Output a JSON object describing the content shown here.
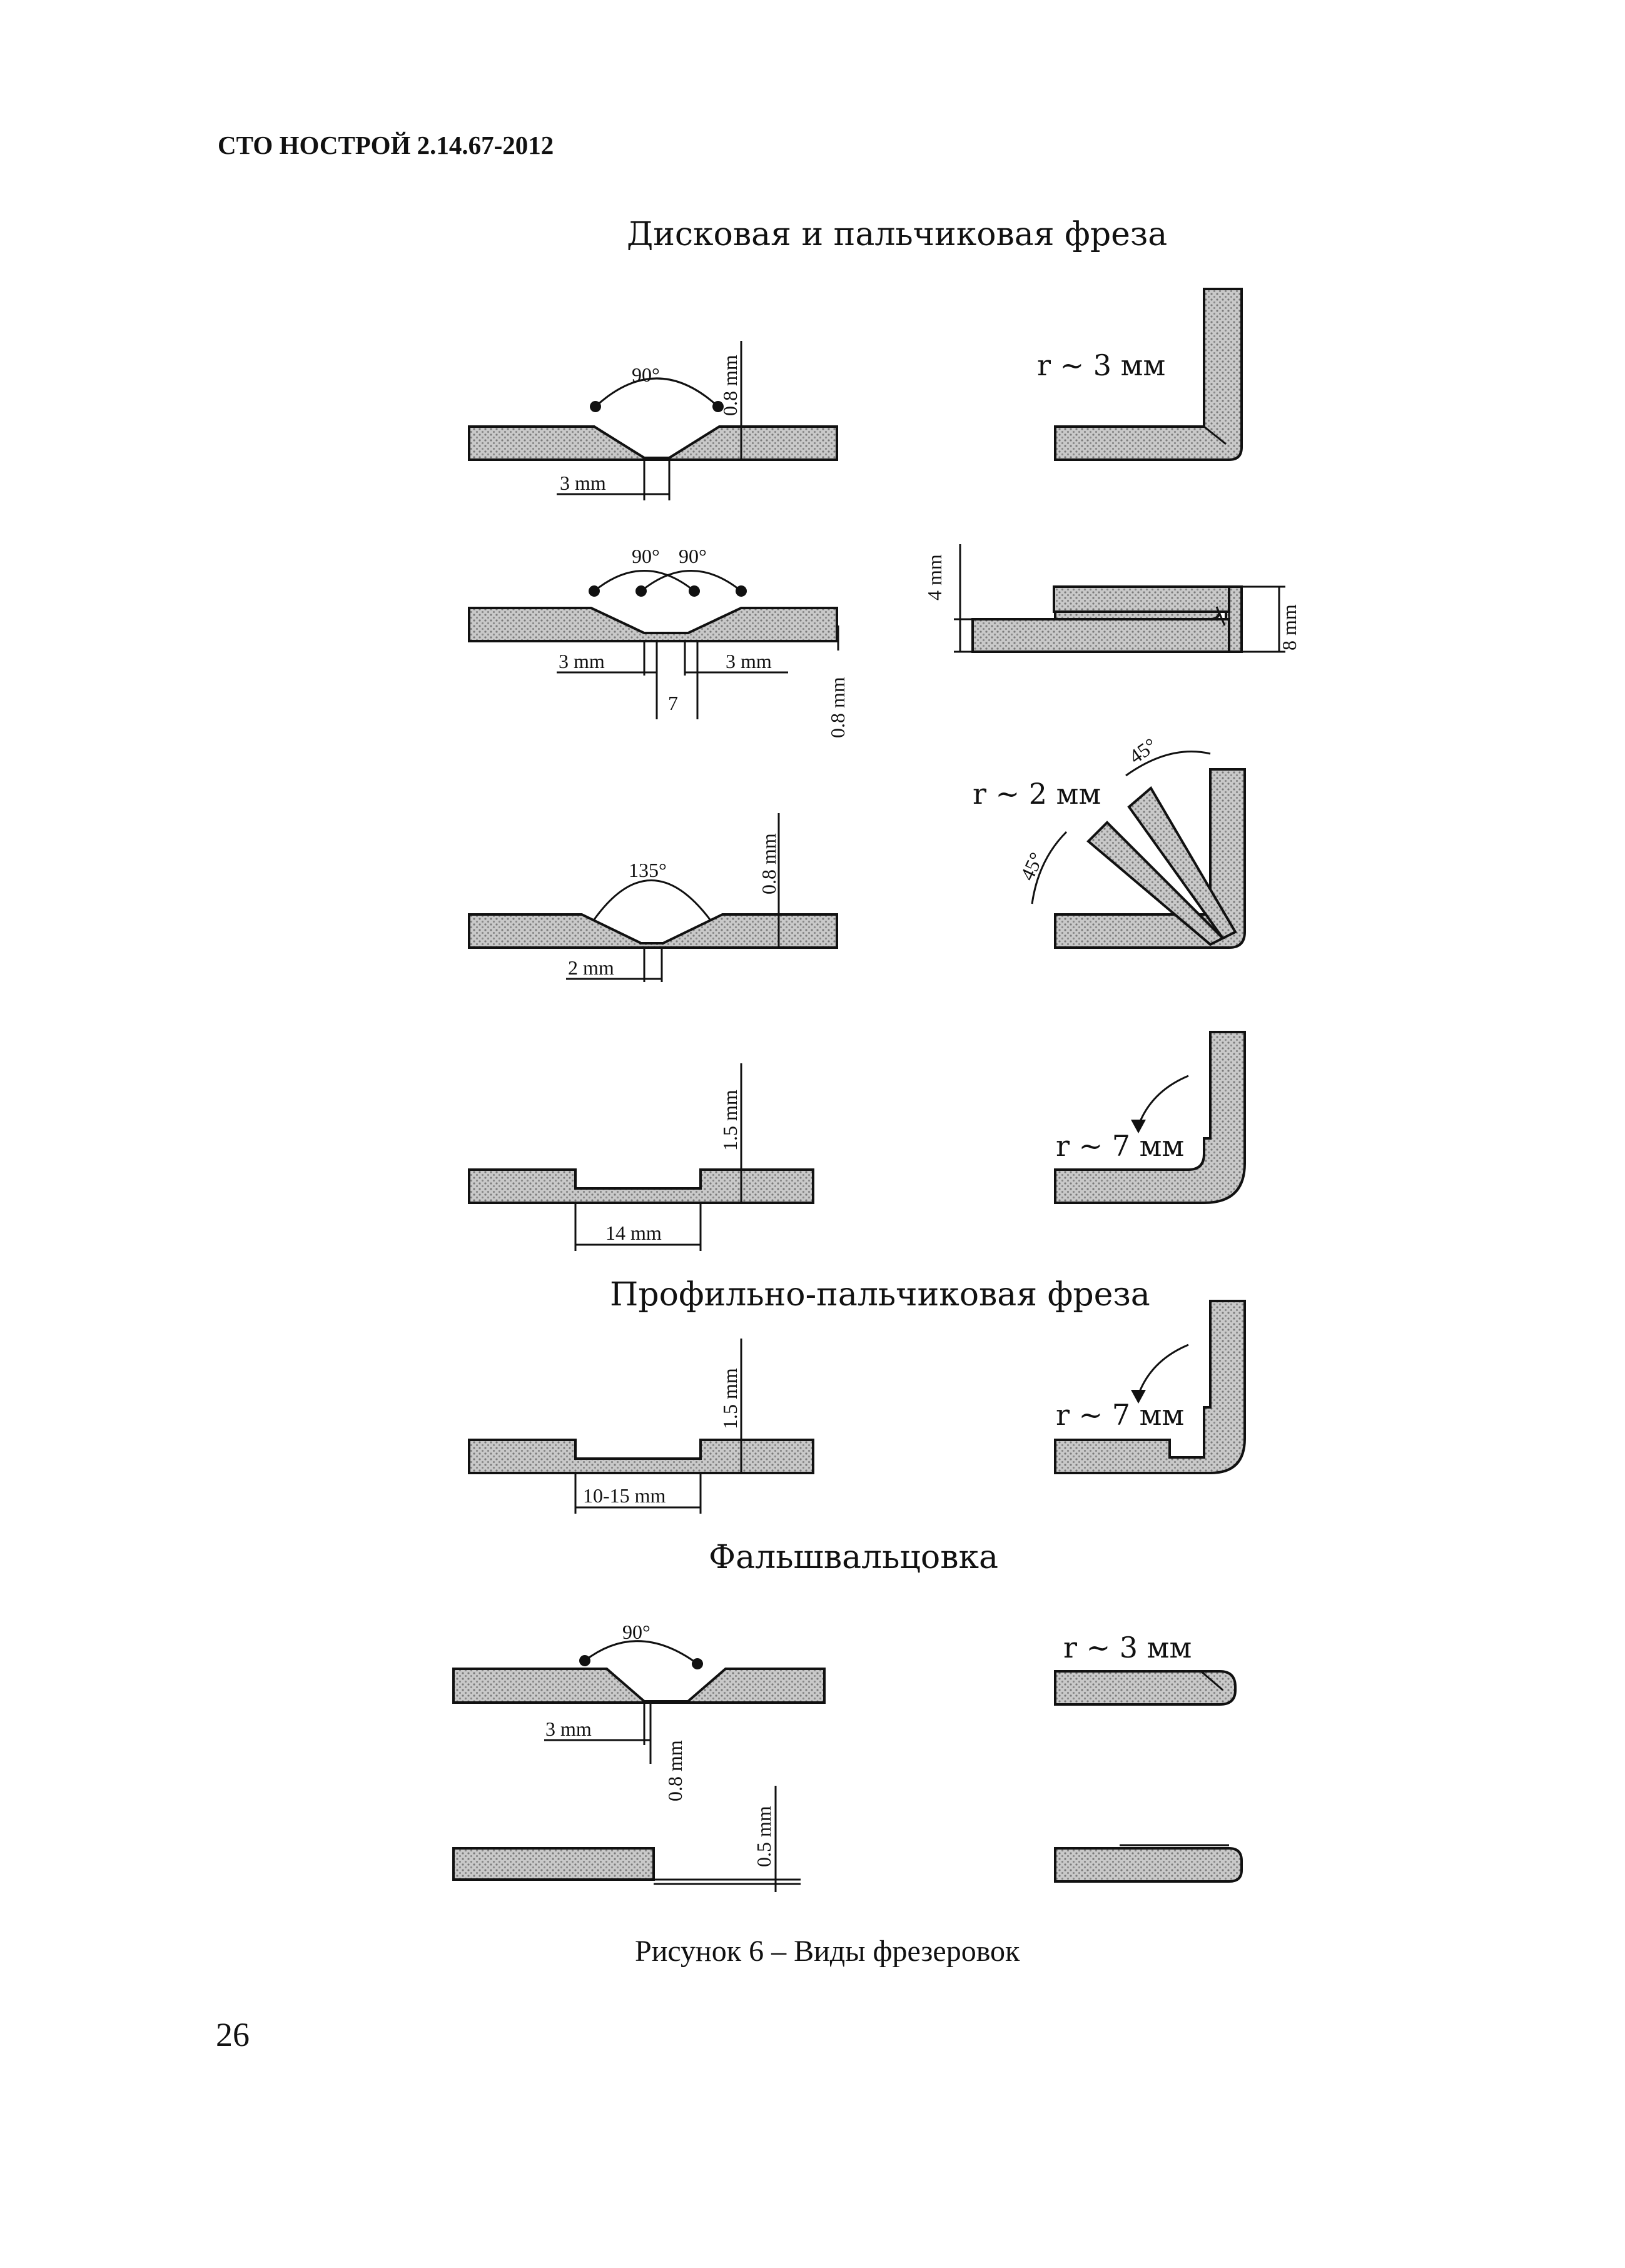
{
  "header": {
    "doc_code": "СТО НОСТРОЙ 2.14.67-2012"
  },
  "sections": {
    "disc_and_finger_mill": "Дисковая   и пальчиковая   фреза",
    "profile_finger_mill": "Профильно-пальчиковая   фреза",
    "false_rolling": "Фальшвальцовка"
  },
  "row1": {
    "angle": "90°",
    "depth": "0.8 mm",
    "width": "3 mm",
    "radius": "r ~ 3 мм"
  },
  "row2": {
    "angle_left": "90°",
    "angle_right": "90°",
    "width_left": "3 mm",
    "width_right": "3 mm",
    "center": "7",
    "depth": "0.8 mm",
    "fold_height": "4 mm",
    "fold_total": "8 mm"
  },
  "row3": {
    "angle": "135°",
    "depth": "0.8 mm",
    "width": "2 mm",
    "radius": "r ~ 2 мм",
    "angle_a": "45°",
    "angle_b": "45°"
  },
  "row4": {
    "depth": "1.5 mm",
    "width": "14 mm",
    "radius": "r ~ 7 мм"
  },
  "row5": {
    "depth": "1.5 mm",
    "width": "10-15 mm",
    "radius": "r ~ 7 мм"
  },
  "row6": {
    "angle": "90°",
    "width": "3 mm",
    "depth": "0.8 mm",
    "radius": "r ~ 3 мм"
  },
  "row7": {
    "depth": "0.5 mm"
  },
  "caption": "Рисунок 6 – Виды фрезеровок",
  "page_number": "26"
}
